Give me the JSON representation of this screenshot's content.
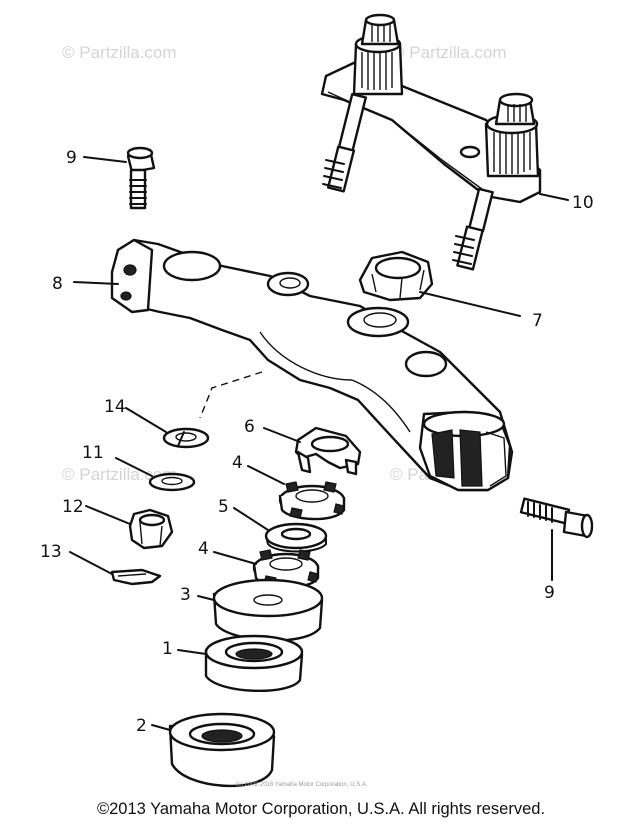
{
  "watermark": {
    "text": "© Partzilla.com"
  },
  "callouts": [
    "1",
    "2",
    "3",
    "4",
    "4",
    "5",
    "6",
    "7",
    "8",
    "9",
    "9",
    "10",
    "11",
    "12",
    "13",
    "14"
  ],
  "fine_print": "(c) 2002-2016 Yamaha Motor Corporation, U.S.A.",
  "copyright": "©2013 Yamaha Motor Corporation, U.S.A. All rights reserved."
}
